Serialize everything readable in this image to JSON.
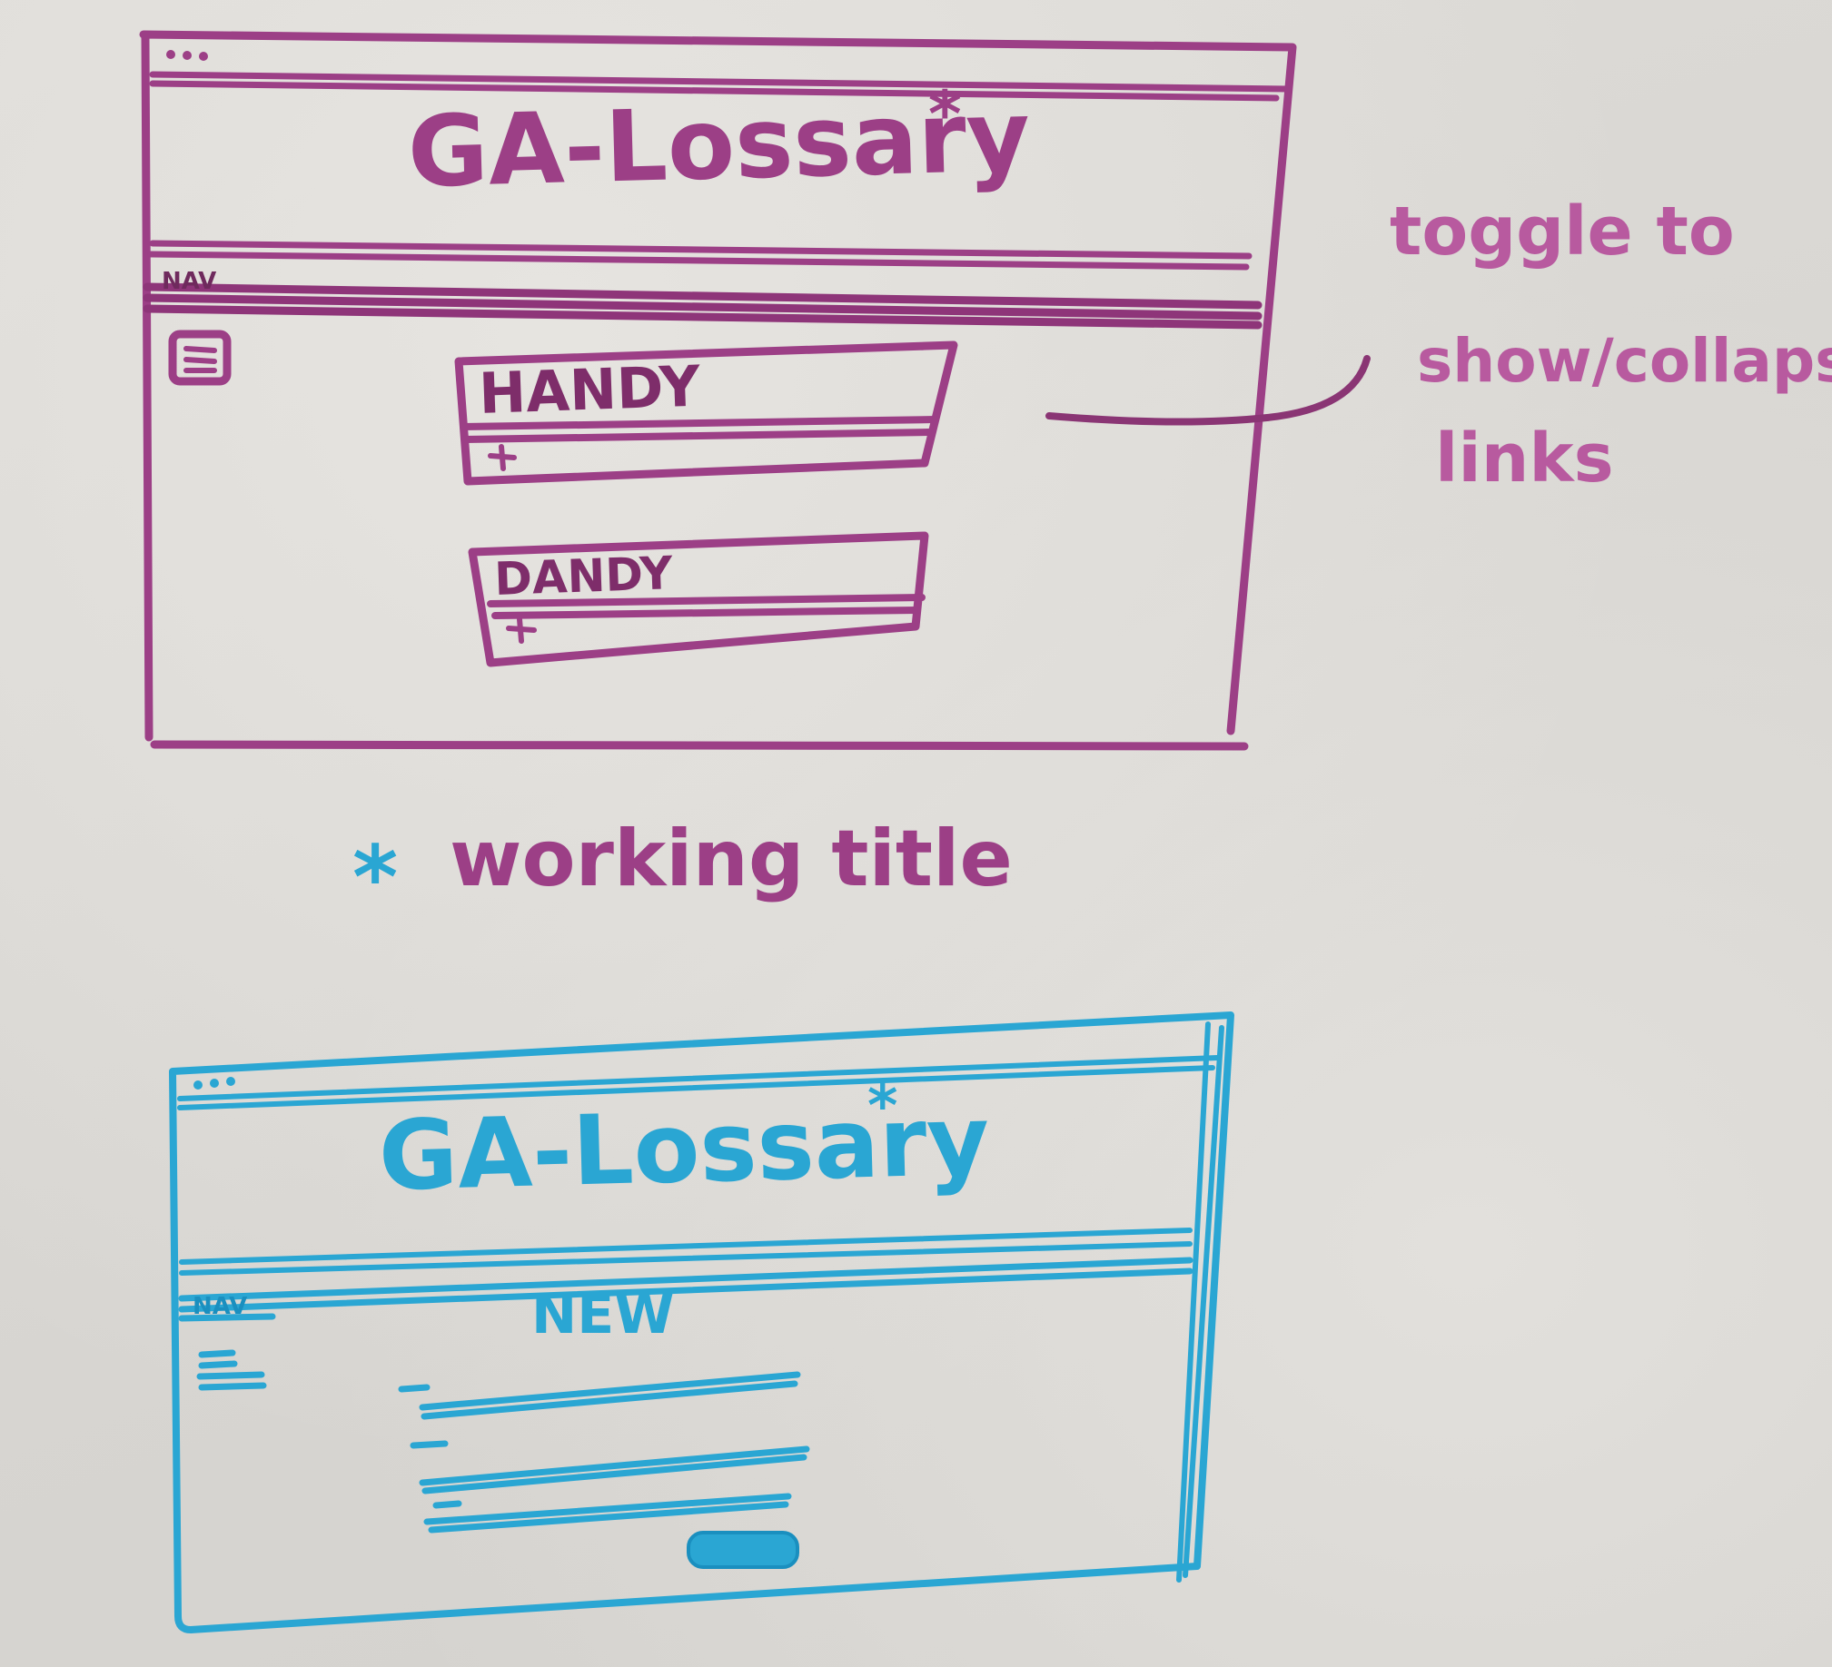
{
  "colors": {
    "board": "#dcdad6",
    "purple_marker": "#9c3f86",
    "purple_dark": "#7e2d6a",
    "blue_marker": "#2aa6d3",
    "blue_dark": "#1a8fbf"
  },
  "sketch_purple": {
    "title": "GA-Lossary",
    "title_mark": "*",
    "nav_label": "NAV",
    "menu_icon": "hamburger-icon",
    "cards": [
      {
        "label": "HANDY",
        "expand_mark": "+"
      },
      {
        "label": "DANDY",
        "expand_mark": "+"
      }
    ]
  },
  "annotation": {
    "line1": "toggle to",
    "line2": "show/collapse",
    "line3": "links"
  },
  "footnote": {
    "mark": "*",
    "text": "working title"
  },
  "sketch_blue": {
    "title": "GA-Lossary",
    "title_mark": "*",
    "nav_label": "NAV",
    "heading": "NEW",
    "menu_icon": "hamburger-icon",
    "field_count": 3,
    "submit_icon": "submit-button-icon"
  }
}
